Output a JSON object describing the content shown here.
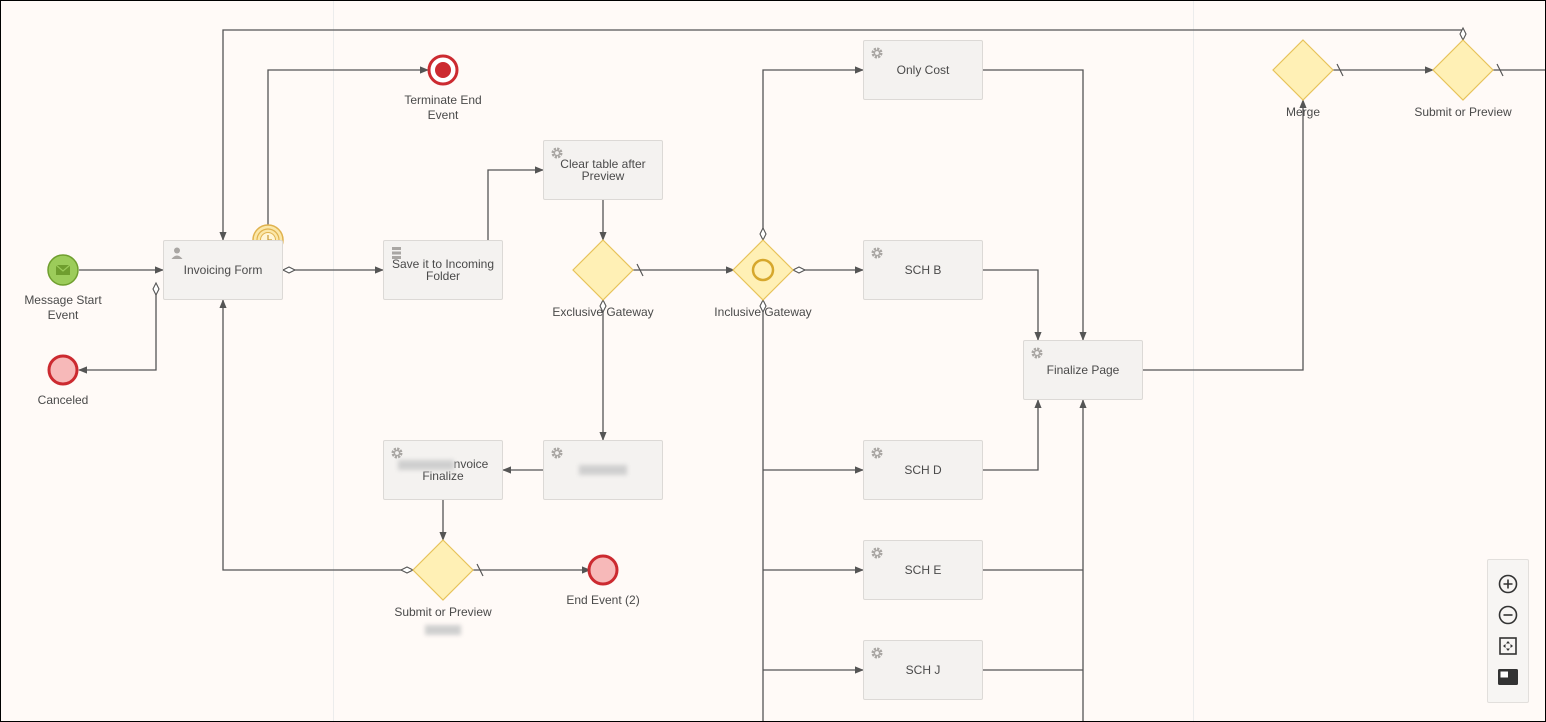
{
  "nodes": {
    "message_start": "Message Start Event",
    "canceled": "Canceled",
    "invoicing_form": "Invoicing Form",
    "terminate_end": "Terminate End Event",
    "save_incoming": "Save it to Incoming Folder",
    "clear_table": "Clear table after Preview",
    "exclusive_gateway": "Exclusive Gateway",
    "inclusive_gateway": "Inclusive Gateway",
    "invoice_finalize_visible": "nvoice Finalize",
    "submit_preview_left": "Submit or Preview",
    "end_event_2": "End Event (2)",
    "only_cost": "Only Cost",
    "sch_b": "SCH B",
    "sch_d": "SCH D",
    "sch_e": "SCH E",
    "sch_j": "SCH J",
    "finalize_page": "Finalize Page",
    "merge": "Merge",
    "submit_preview_right": "Submit or Preview"
  },
  "colors": {
    "start_event": "#9ccc5a",
    "end_event_fill": "#f7b9b9",
    "end_event_stroke": "#cc2a30",
    "gateway_fill": "#fff0b5",
    "gateway_stroke": "#e8c35a",
    "edge": "#555555"
  },
  "icons": {
    "user_task": "user-icon",
    "service_task": "gear-icon",
    "script_task": "script-icon",
    "timer": "timer-icon",
    "message": "envelope-icon"
  },
  "zoom_controls": [
    "zoom-in-icon",
    "zoom-out-icon",
    "fit-screen-icon",
    "minimap-icon"
  ]
}
